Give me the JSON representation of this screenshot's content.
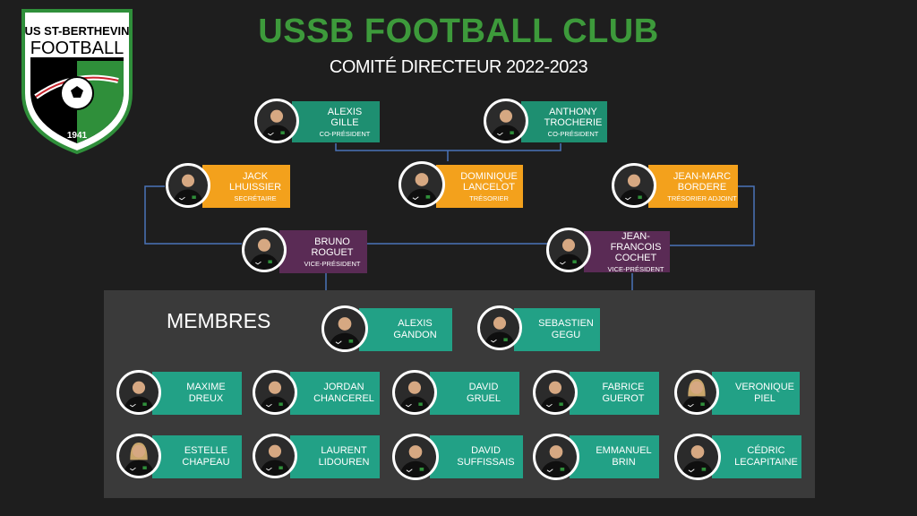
{
  "header": {
    "title": "USSB FOOTBALL CLUB",
    "subtitle": "COMITÉ DIRECTEUR 2022-2023"
  },
  "logo": {
    "top_text": "US ST-BERTHEVIN",
    "mid_text": "FOOTBALL",
    "year": "1941"
  },
  "committee": [
    {
      "n1": "ALEXIS",
      "n2": "GILLE",
      "role": "CO-PRÉSIDENT",
      "color": "green"
    },
    {
      "n1": "ANTHONY",
      "n2": "TROCHERIE",
      "role": "CO-PRÉSIDENT",
      "color": "green"
    },
    {
      "n1": "JACK",
      "n2": "LHUISSIER",
      "role": "SECRÉTAIRE",
      "color": "orange"
    },
    {
      "n1": "DOMINIQUE",
      "n2": "LANCELOT",
      "role": "TRÉSORIER",
      "color": "orange"
    },
    {
      "n1": "JEAN-MARC",
      "n2": "BORDERE",
      "role": "TRÉSORIER ADJOINT",
      "color": "orange"
    },
    {
      "n1": "BRUNO",
      "n2": "ROGUET",
      "role": "VICE-PRÉSIDENT",
      "color": "purple"
    },
    {
      "n1": "JEAN-FRANCOIS",
      "n2": "COCHET",
      "role": "VICE-PRÉSIDENT",
      "color": "purple"
    }
  ],
  "members_title": "MEMBRES",
  "members": [
    {
      "n1": "ALEXIS",
      "n2": "GANDON"
    },
    {
      "n1": "SEBASTIEN",
      "n2": "GEGU"
    },
    {
      "n1": "MAXIME",
      "n2": "DREUX"
    },
    {
      "n1": "JORDAN",
      "n2": "CHANCEREL"
    },
    {
      "n1": "DAVID",
      "n2": "GRUEL"
    },
    {
      "n1": "FABRICE",
      "n2": "GUEROT"
    },
    {
      "n1": "VERONIQUE",
      "n2": "PIEL"
    },
    {
      "n1": "ESTELLE",
      "n2": "CHAPEAU"
    },
    {
      "n1": "LAURENT",
      "n2": "LIDOUREN"
    },
    {
      "n1": "DAVID",
      "n2": "SUFFISSAIS"
    },
    {
      "n1": "EMMANUEL",
      "n2": "BRIN"
    },
    {
      "n1": "CÉDRIC",
      "n2": "LECAPITAINE"
    }
  ],
  "colors": {
    "title_green": "#3d9a3b",
    "box_green": "#1e8f71",
    "box_orange": "#f3a11c",
    "box_purple": "#5a2b55",
    "box_teal": "#22a186",
    "line_blue": "#4a74b8"
  }
}
